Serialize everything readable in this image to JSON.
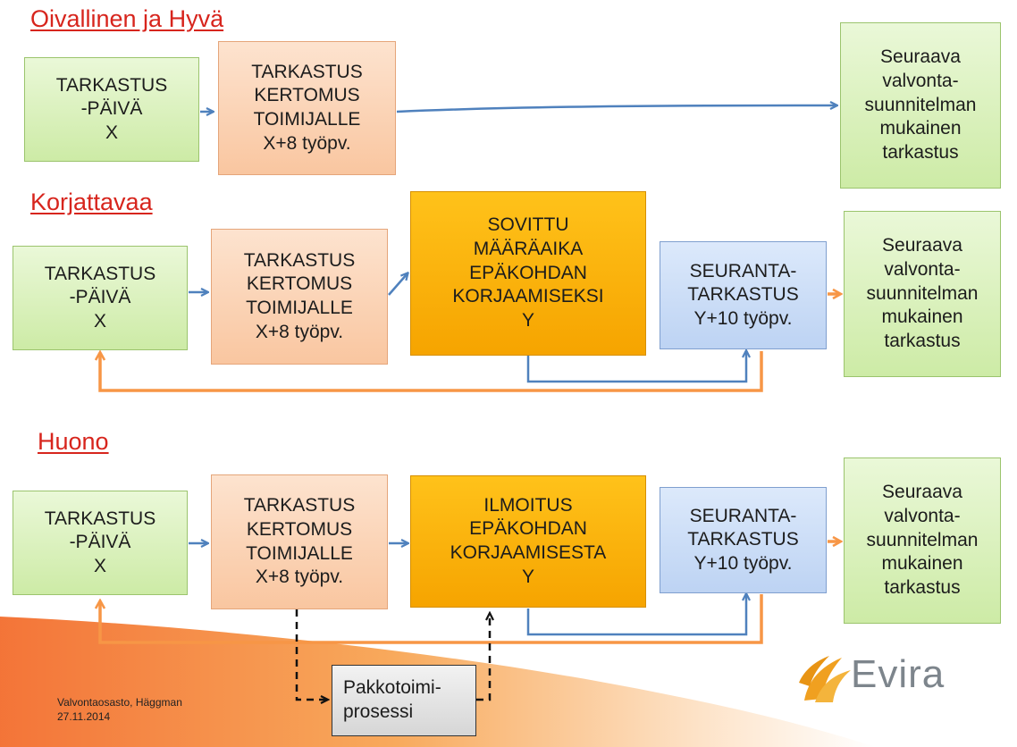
{
  "sections": {
    "good": {
      "heading": "Oivallinen ja Hyvä"
    },
    "fix": {
      "heading": "Korjattavaa"
    },
    "bad": {
      "heading": "Huono"
    }
  },
  "boxes": {
    "inspection_day": "TARKASTUS\n-PÄIVÄ\nX",
    "inspection_day_row2": "TARKASTUS\n-PÄIVÄ\nX",
    "inspection_day_row3": "TARKASTUS\n-PÄIVÄ\nX",
    "report": "TARKASTUS\nKERTOMUS\nTOIMIJALLE\nX+8 työpv.",
    "report_row2": "TARKASTUS\nKERTOMUS\nTOIMIJALLE\nX+8 työpv.",
    "report_row3": "TARKASTUS\nKERTOMUS\nTOIMIJALLE\nX+8 työpv.",
    "next_inspection": "Seuraava\nvalvonta-\nsuunnitelman\nmukainen\ntarkastus",
    "next_inspection_row2": "Seuraava\nvalvonta-\nsuunnitelman\nmukainen\ntarkastus",
    "next_inspection_row3": "Seuraava\nvalvonta-\nsuunnitelman\nmukainen\ntarkastus",
    "agreed_deadline": "SOVITTU\nMÄÄRÄAIKA\nEPÄKOHDAN\nKORJAAMISEKSI\nY",
    "followup": "SEURANTA-\nTARKASTUS\nY+10 työpv.",
    "followup_row3": "SEURANTA-\nTARKASTUS\nY+10 työpv.",
    "notice": "ILMOITUS\nEPÄKOHDAN\nKORJAAMISESTA\nY",
    "enforcement": "Pakkotoimi-\nprosessi"
  },
  "footer": {
    "text": "Valvontaosasto, Häggman\n27.11.2014"
  },
  "logo": {
    "text": "Evira",
    "icon": "evira-leaf-icon",
    "colors": {
      "leaf": "#f0a020",
      "text": "#7d858c"
    }
  },
  "colors": {
    "heading": "#d7251d",
    "green_box": "#cdeba6",
    "orange_box": "#f9c6a0",
    "gold_box": "#f6a400",
    "blue_box": "#bdd3f3",
    "blue_arrow": "#4f81bd",
    "orange_arrow": "#f79646"
  }
}
